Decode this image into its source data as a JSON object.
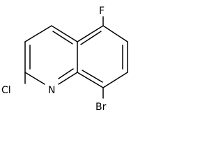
{
  "molecule": {
    "atoms": {
      "fluorine": "F",
      "nitrogen": "N",
      "chlorine": "Cl",
      "bromine": "Br"
    }
  },
  "colors": {
    "bond": "#000000",
    "label": "#000000",
    "background": "#ffffff"
  }
}
